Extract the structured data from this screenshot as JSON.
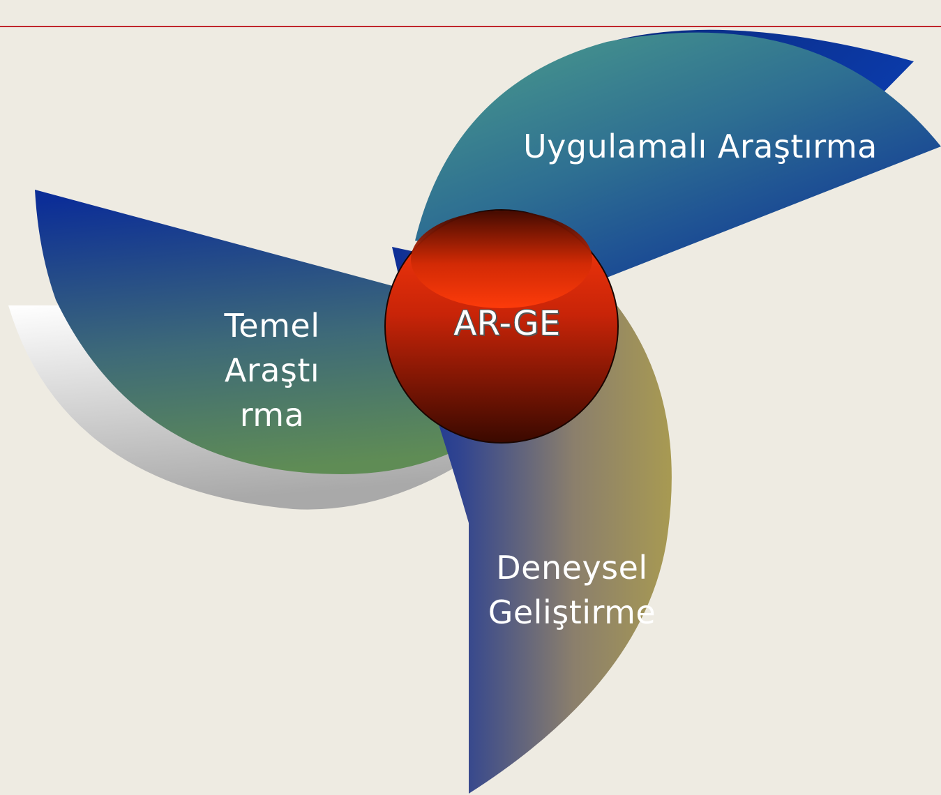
{
  "diagram": {
    "center": {
      "label": "AR-GE"
    },
    "petals": [
      {
        "id": "applied",
        "lines": [
          "Uygulamalı Araştırma"
        ]
      },
      {
        "id": "basic",
        "lines": [
          "Temel",
          "Araştı",
          "rma"
        ]
      },
      {
        "id": "experimental",
        "lines": [
          "Deneysel",
          "Geliştirme"
        ]
      }
    ]
  },
  "colors": {
    "background": "#EEEBE2",
    "rule_line": "#C0262C",
    "applied_gradient": [
      "#4A9A8C",
      "#0B2D96"
    ],
    "basic_gradient": [
      "#5E8F56",
      "#0B2D96"
    ],
    "experimental_gradient": [
      "#0B2D96",
      "#A89A52"
    ],
    "center_gradient": [
      "#FF3A0A",
      "#3A0A00"
    ]
  }
}
